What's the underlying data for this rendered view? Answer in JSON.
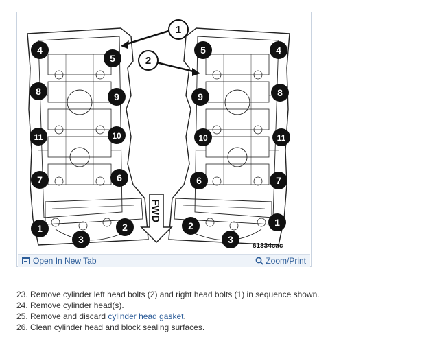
{
  "figure": {
    "code": "81334cac",
    "direction_label": "FWD",
    "callouts": [
      "1",
      "2"
    ],
    "left_head_numbers": [
      "4",
      "5",
      "8",
      "9",
      "11",
      "10",
      "7",
      "6",
      "1",
      "2",
      "3"
    ],
    "right_head_numbers": [
      "5",
      "4",
      "9",
      "8",
      "10",
      "11",
      "6",
      "7",
      "2",
      "1",
      "3"
    ],
    "open_tab_label": "Open In New Tab",
    "zoom_label": "Zoom/Print"
  },
  "steps": [
    {
      "num": "23.",
      "text": "Remove cylinder left head bolts (2) and right head bolts (1) in sequence shown.",
      "link": "",
      "after": ""
    },
    {
      "num": "24.",
      "text": "Remove cylinder head(s).",
      "link": "",
      "after": ""
    },
    {
      "num": "25.",
      "text": "Remove and discard ",
      "link": "cylinder head gasket",
      "after": "."
    },
    {
      "num": "26.",
      "text": "Clean cylinder head and block sealing surfaces.",
      "link": "",
      "after": ""
    }
  ]
}
